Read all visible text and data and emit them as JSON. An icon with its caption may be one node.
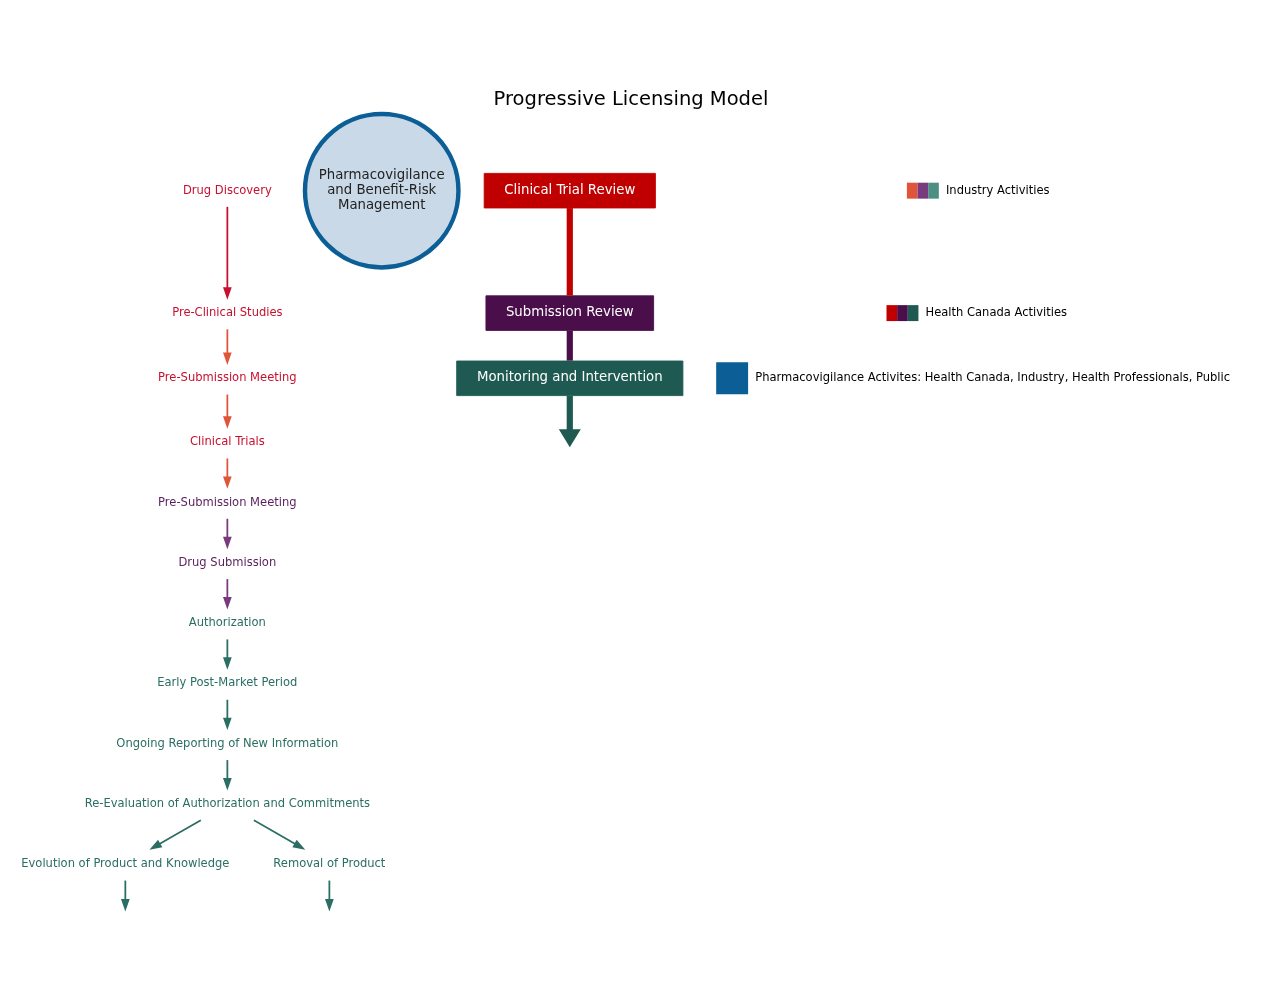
{
  "diagram": {
    "title": "Progressive Licensing Model",
    "nodes": [
      {
        "text": [
          "Drug Discovery"
        ]
      },
      {
        "text": [
          "Pre-Clinical Studies"
        ]
      },
      {
        "text": [
          "Pre-Submission Meeting"
        ]
      },
      {
        "text": [
          "Clinical Trials"
        ]
      },
      {
        "text": [
          "Pre-Submission Meeting"
        ]
      },
      {
        "text": [
          "Drug Submission"
        ]
      },
      {
        "text": [
          "Authorization"
        ]
      },
      {
        "text": [
          "Early Post-Market Period"
        ]
      },
      {
        "text": [
          "Ongoing Reporting of New Information"
        ]
      },
      {
        "text": [
          "Re-Evaluation of Authorization and Commitments"
        ]
      },
      {
        "text": [
          "Evolution of Product and Knowledge"
        ]
      },
      {
        "text": [
          "Removal of Product"
        ]
      },
      {
        "text": [
          "Pharmacovigilance and Benefit-Risk Management"
        ]
      },
      {
        "text": [
          "Clinical Trial Review"
        ]
      },
      {
        "text": [
          "Submission Review"
        ]
      },
      {
        "text": [
          "Monitoring and Intervention"
        ]
      }
    ],
    "edges": [
      {
        "from": 0,
        "to": 1,
        "arrow": "to",
        "color": "#c8102e"
      },
      {
        "from": 1,
        "to": 2,
        "arrow": "to",
        "color": "#e0553a"
      },
      {
        "from": 2,
        "to": 3,
        "arrow": "to",
        "color": "#e0553a"
      },
      {
        "from": 3,
        "to": 4,
        "arrow": "to",
        "color": "#e0553a"
      },
      {
        "from": 4,
        "to": 5,
        "arrow": "to",
        "color": "#7a3a7e"
      },
      {
        "from": 5,
        "to": 6,
        "arrow": "to",
        "color": "#7a3a7e"
      },
      {
        "from": 6,
        "to": 7,
        "arrow": "to"
      },
      {
        "from": 7,
        "to": 8,
        "arrow": "to"
      },
      {
        "from": 8,
        "to": 9,
        "arrow": "to"
      },
      {
        "from": 9,
        "to": 10,
        "arrow": "to"
      },
      {
        "from": 10,
        "to": null,
        "arrow": "to"
      },
      {
        "from": 9,
        "to": 11,
        "arrow": "to"
      },
      {
        "from": 11,
        "to": null,
        "arrow": "to"
      },
      {
        "from": 13,
        "to": 14,
        "arrow": "none",
        "style": "thick",
        "color": "#c00000"
      },
      {
        "from": 14,
        "to": 15,
        "arrow": "none",
        "style": "thick",
        "color": "#4a0f4a"
      },
      {
        "from": 15,
        "to": null,
        "arrow": "to",
        "style": "thick",
        "color": "#1f5a52"
      }
    ],
    "legend": [
      {
        "text": "Industry Activities"
      },
      {
        "text": "Health Canada Activities"
      },
      {
        "text": "Pharmacovigilance Activites: Health Canada, Industry, Health Professionals, Public",
        "color": "#0b5e96"
      }
    ]
  }
}
